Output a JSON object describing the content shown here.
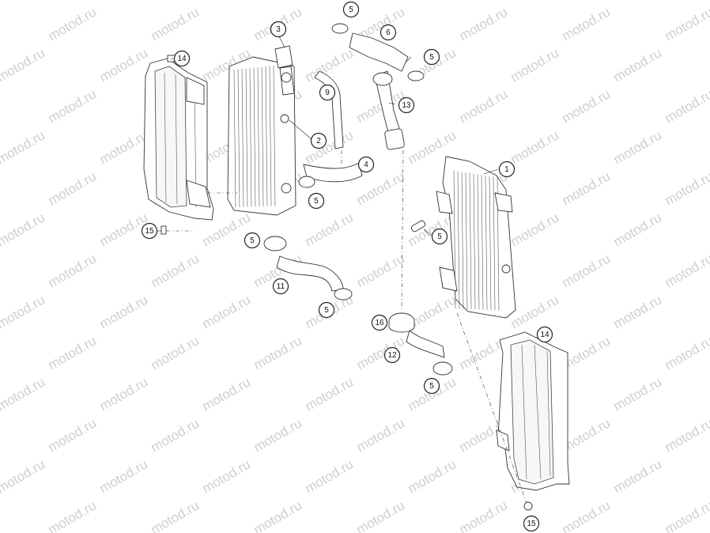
{
  "watermark": "motod.ru",
  "callouts": [
    {
      "id": "c-14-left",
      "label": "14"
    },
    {
      "id": "c-3",
      "label": "3"
    },
    {
      "id": "c-5-top",
      "label": "5"
    },
    {
      "id": "c-6",
      "label": "6"
    },
    {
      "id": "c-5-topright",
      "label": "5"
    },
    {
      "id": "c-9",
      "label": "9"
    },
    {
      "id": "c-13",
      "label": "13"
    },
    {
      "id": "c-2",
      "label": "2"
    },
    {
      "id": "c-4",
      "label": "4"
    },
    {
      "id": "c-1",
      "label": "1"
    },
    {
      "id": "c-5-mid",
      "label": "5"
    },
    {
      "id": "c-15-left",
      "label": "15"
    },
    {
      "id": "c-5-right",
      "label": "5"
    },
    {
      "id": "c-5-left",
      "label": "5"
    },
    {
      "id": "c-11",
      "label": "11"
    },
    {
      "id": "c-5-bottomleft",
      "label": "5"
    },
    {
      "id": "c-16",
      "label": "16"
    },
    {
      "id": "c-12",
      "label": "12"
    },
    {
      "id": "c-14-right",
      "label": "14"
    },
    {
      "id": "c-5-bottom",
      "label": "5"
    },
    {
      "id": "c-15-bottom",
      "label": "15"
    }
  ]
}
